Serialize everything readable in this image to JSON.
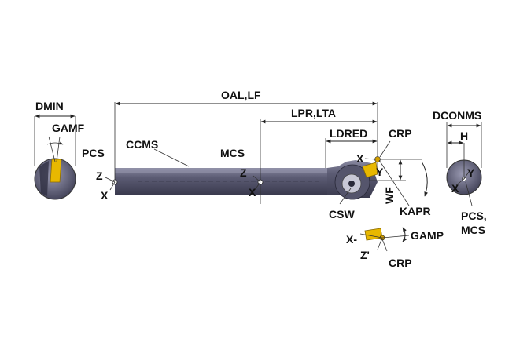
{
  "labels": {
    "dmin": "DMIN",
    "gamf": "GAMF",
    "pcs_left": "PCS",
    "z_left": "Z",
    "x_left": "X",
    "ccms": "CCMS",
    "oal_lf": "OAL,LF",
    "lpr_lta": "LPR,LTA",
    "ldred": "LDRED",
    "crp_top": "CRP",
    "mcs_mid": "MCS",
    "z_mid": "Z",
    "x_mid": "X",
    "x_head": "X",
    "y_head": "Y",
    "wf": "WF",
    "kapr": "KAPR",
    "csw": "CSW",
    "dconms": "DCONMS",
    "h": "H",
    "y_right": "Y",
    "x_right": "X",
    "pcs_mcs_1": "PCS,",
    "pcs_mcs_2": "MCS",
    "x_insert": "X-",
    "z_insert": "Z'",
    "gamp": "GAMP",
    "crp_bottom": "CRP"
  },
  "colors": {
    "body": "#5a5a72",
    "body_dark": "#3d3d52",
    "body_light": "#7e7e96",
    "insert": "#e8b800",
    "insert_dark": "#b08a00",
    "point": "#d4a000"
  }
}
